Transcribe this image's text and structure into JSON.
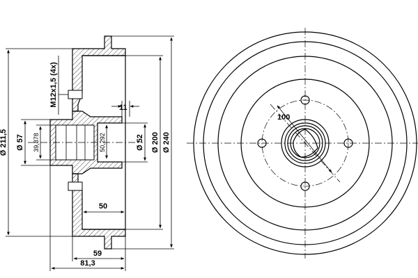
{
  "drawing": {
    "section_view": {
      "dim_overall_diameter": "Ø 211,5",
      "dim_hub_57": "Ø 57",
      "dim_hub_39": "39,878",
      "dim_thread": "M12x1,5 (4x)",
      "dim_bore": "50,292",
      "dim_11": "11",
      "dim_52": "Ø 52",
      "dim_200": "Ø 200",
      "dim_240": "Ø 240",
      "dim_50": "50",
      "dim_59": "59",
      "dim_81": "81,3"
    },
    "front_view": {
      "dim_pcd": "100"
    }
  }
}
